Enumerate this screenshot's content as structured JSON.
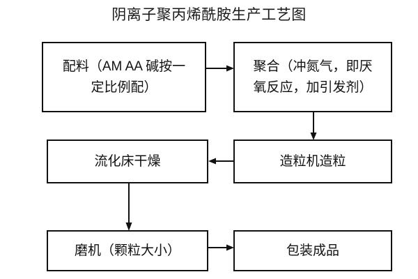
{
  "diagram": {
    "title": "阴离子聚丙烯酰胺生产工艺图",
    "colors": {
      "background": "#ffffff",
      "box_border": "#111111",
      "text": "#111111",
      "connector": "#111111"
    },
    "nodes": [
      {
        "id": "ingredients",
        "label": "配料（AM AA 碱按一\n定比例配）"
      },
      {
        "id": "polymerize",
        "label": "聚合（冲氮气，即厌\n氧反应，加引发剂）"
      },
      {
        "id": "drying",
        "label": "流化床干燥"
      },
      {
        "id": "granulator",
        "label": "造粒机造粒"
      },
      {
        "id": "mill",
        "label": "磨机（颗粒大小）"
      },
      {
        "id": "packaging",
        "label": "包装成品"
      }
    ],
    "connectors": [
      {
        "id": "ingredients-polymerize",
        "from": "ingredients",
        "to": "polymerize",
        "direction": "right"
      },
      {
        "id": "polymerize-granulator",
        "from": "polymerize",
        "to": "granulator",
        "direction": "down"
      },
      {
        "id": "granulator-drying",
        "from": "granulator",
        "to": "drying",
        "direction": "left"
      },
      {
        "id": "drying-mill",
        "from": "drying",
        "to": "mill",
        "direction": "down"
      },
      {
        "id": "mill-packaging",
        "from": "mill",
        "to": "packaging",
        "direction": "right"
      }
    ]
  }
}
